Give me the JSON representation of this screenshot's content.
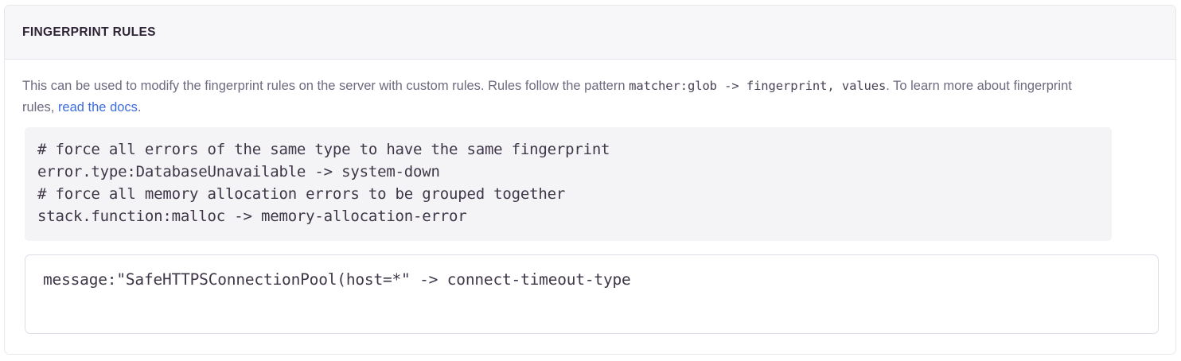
{
  "panel": {
    "title": "FINGERPRINT RULES"
  },
  "description": {
    "part1": "This can be used to modify the fingerprint rules on the server with custom rules. Rules follow the pattern ",
    "inline_code": "matcher:glob -> fingerprint, values",
    "part2": ". To learn more about fingerprint rules, ",
    "link_text": "read the docs",
    "part3": "."
  },
  "example_code": {
    "lines": [
      "# force all errors of the same type to have the same fingerprint",
      "error.type:DatabaseUnavailable -> system-down",
      "# force all memory allocation errors to be grouped together",
      "stack.function:malloc -> memory-allocation-error"
    ],
    "text": "# force all errors of the same type to have the same fingerprint\nerror.type:DatabaseUnavailable -> system-down\n# force all memory allocation errors to be grouped together\nstack.function:malloc -> memory-allocation-error"
  },
  "rules_input": {
    "value": "message:\"SafeHTTPSConnectionPool(host=*\" -> connect-timeout-type",
    "placeholder": ""
  },
  "colors": {
    "link": "#3c6ddb",
    "header_bg": "#f7f7f9",
    "code_bg": "#f4f4f7",
    "border": "#e7e6ea",
    "title_text": "#2f2436",
    "body_text": "#6e6a80",
    "code_text": "#3f3748"
  }
}
